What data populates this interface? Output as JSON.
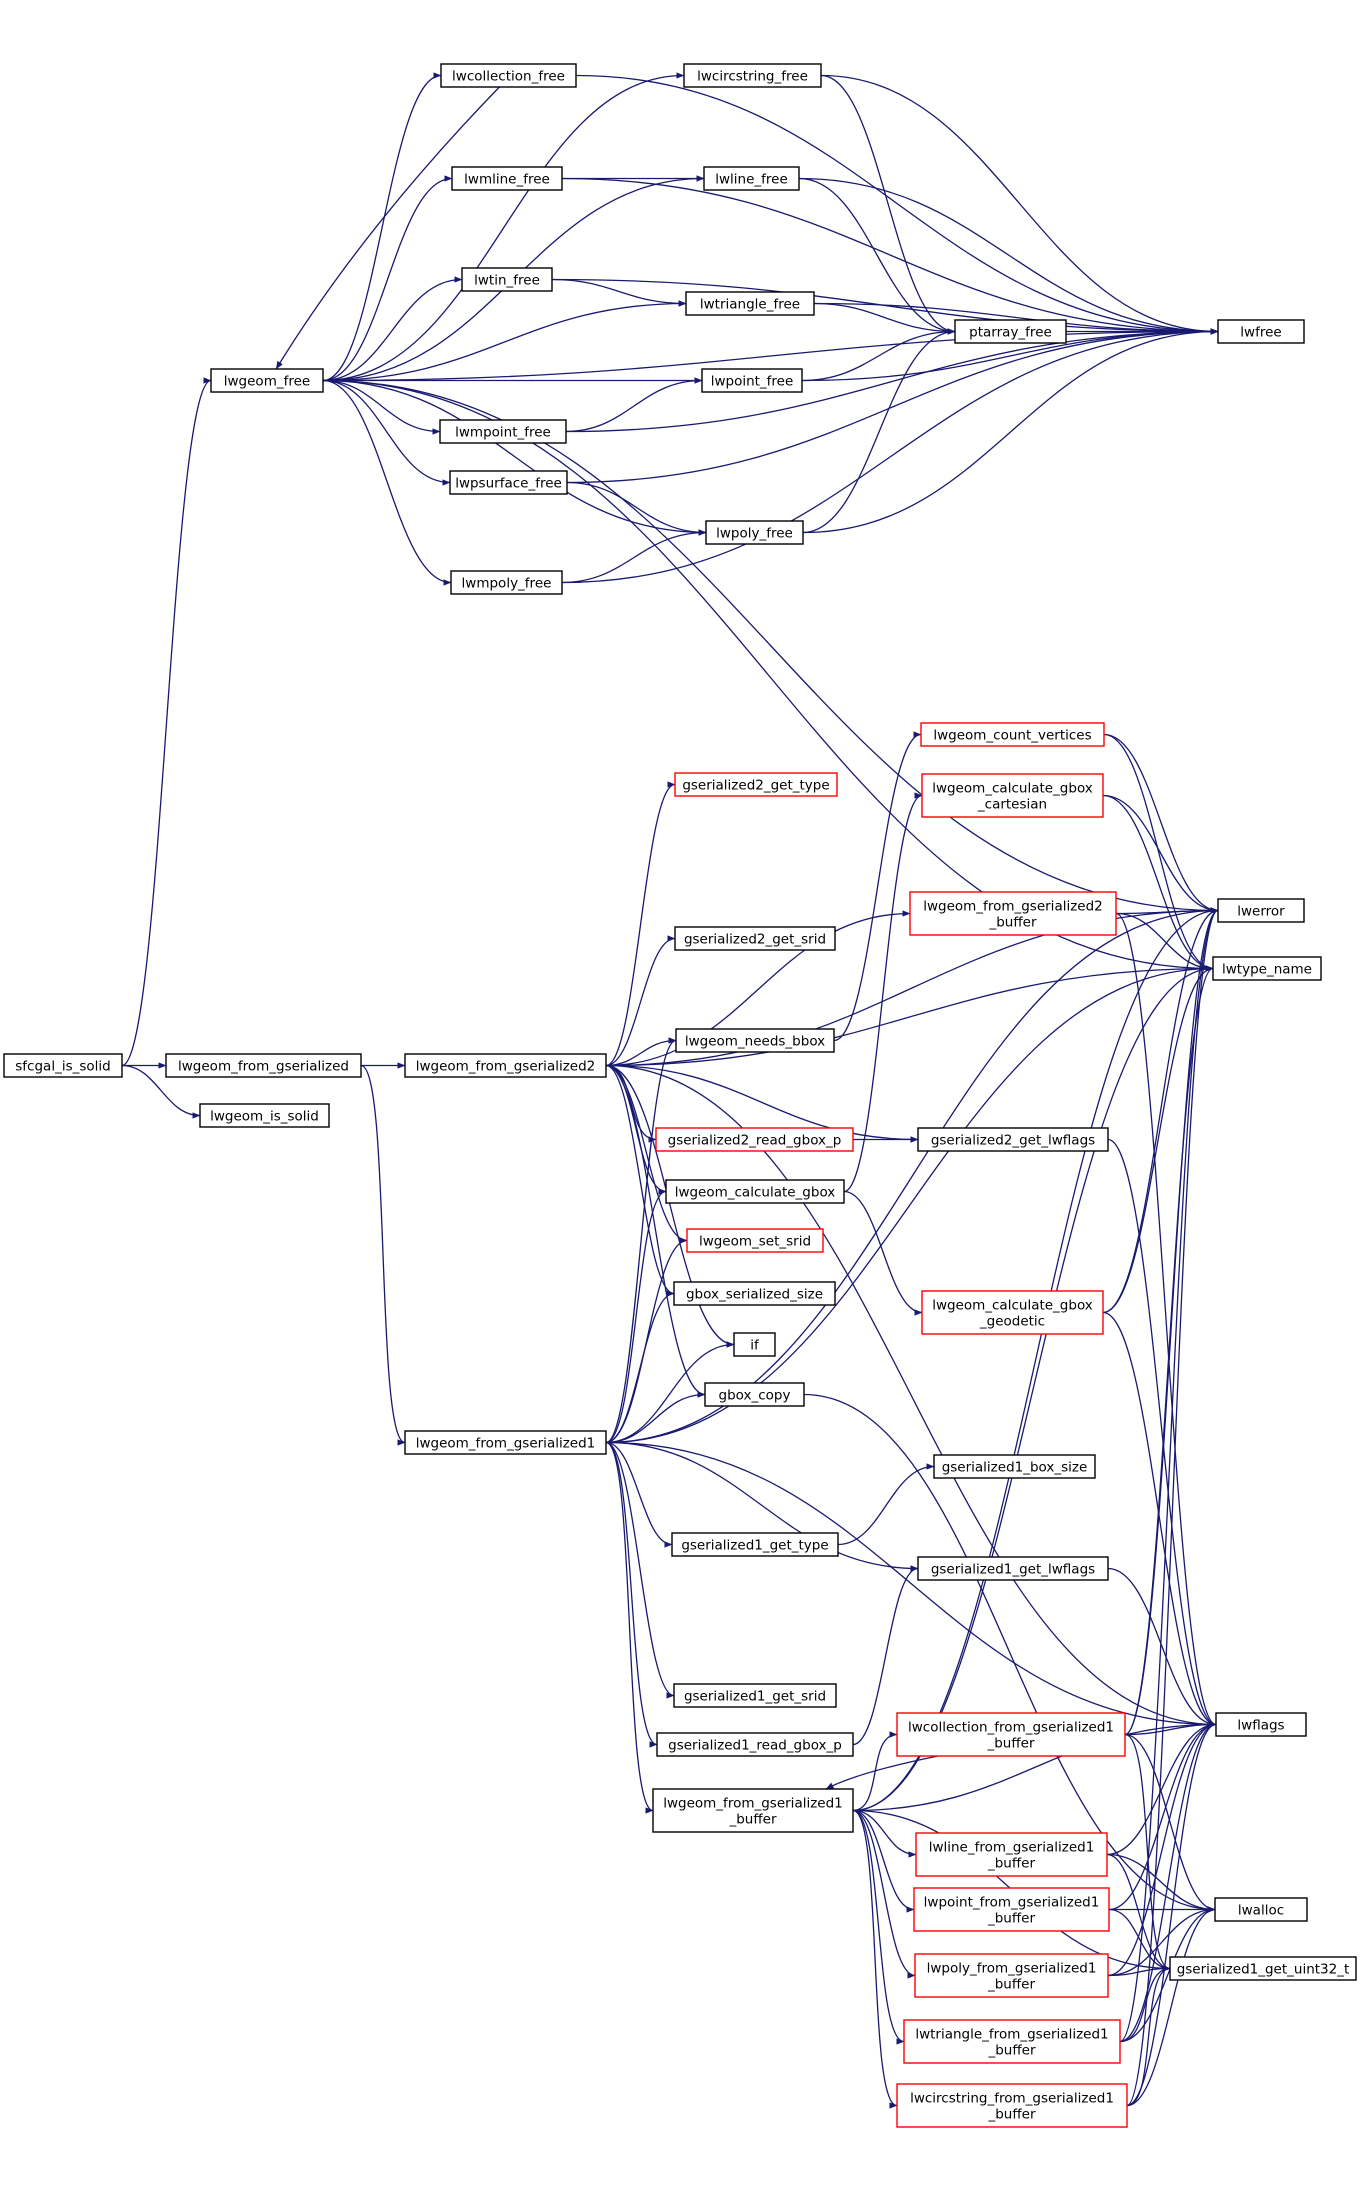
{
  "colors": {
    "edge": "#191970",
    "node_border": "#000000",
    "node_border_truncated": "#ff0000",
    "root_fill": "#bfbfbf",
    "text": "#000000"
  },
  "nodes": {
    "sfcgal_is_solid": {
      "lines": [
        "sfcgal_is_solid"
      ],
      "style": "root"
    },
    "lwgeom_from_gserialized": {
      "lines": [
        "lwgeom_from_gserialized"
      ],
      "style": "normal"
    },
    "lwgeom_is_solid": {
      "lines": [
        "lwgeom_is_solid"
      ],
      "style": "normal"
    },
    "lwgeom_free": {
      "lines": [
        "lwgeom_free"
      ],
      "style": "normal"
    },
    "lwcollection_free": {
      "lines": [
        "lwcollection_free"
      ],
      "style": "normal"
    },
    "lwcircstring_free": {
      "lines": [
        "lwcircstring_free"
      ],
      "style": "normal"
    },
    "lwmline_free": {
      "lines": [
        "lwmline_free"
      ],
      "style": "normal"
    },
    "lwline_free": {
      "lines": [
        "lwline_free"
      ],
      "style": "normal"
    },
    "lwtin_free": {
      "lines": [
        "lwtin_free"
      ],
      "style": "normal"
    },
    "lwtriangle_free": {
      "lines": [
        "lwtriangle_free"
      ],
      "style": "normal"
    },
    "ptarray_free": {
      "lines": [
        "ptarray_free"
      ],
      "style": "normal"
    },
    "lwfree": {
      "lines": [
        "lwfree"
      ],
      "style": "normal"
    },
    "lwpoint_free": {
      "lines": [
        "lwpoint_free"
      ],
      "style": "normal"
    },
    "lwmpoint_free": {
      "lines": [
        "lwmpoint_free"
      ],
      "style": "normal"
    },
    "lwpsurface_free": {
      "lines": [
        "lwpsurface_free"
      ],
      "style": "normal"
    },
    "lwpoly_free": {
      "lines": [
        "lwpoly_free"
      ],
      "style": "normal"
    },
    "lwmpoly_free": {
      "lines": [
        "lwmpoly_free"
      ],
      "style": "normal"
    },
    "lwgeom_count_vertices": {
      "lines": [
        "lwgeom_count_vertices"
      ],
      "style": "truncated"
    },
    "lwgeom_calculate_gbox_cartesian": {
      "lines": [
        "lwgeom_calculate_gbox",
        "_cartesian"
      ],
      "style": "truncated"
    },
    "gserialized2_get_type": {
      "lines": [
        "gserialized2_get_type"
      ],
      "style": "truncated"
    },
    "lwgeom_from_gserialized2_buffer": {
      "lines": [
        "lwgeom_from_gserialized2",
        "_buffer"
      ],
      "style": "truncated"
    },
    "lwerror": {
      "lines": [
        "lwerror"
      ],
      "style": "normal"
    },
    "lwtype_name": {
      "lines": [
        "lwtype_name"
      ],
      "style": "normal"
    },
    "gserialized2_get_srid": {
      "lines": [
        "gserialized2_get_srid"
      ],
      "style": "normal"
    },
    "lwgeom_needs_bbox": {
      "lines": [
        "lwgeom_needs_bbox"
      ],
      "style": "normal"
    },
    "lwgeom_from_gserialized2": {
      "lines": [
        "lwgeom_from_gserialized2"
      ],
      "style": "normal"
    },
    "gserialized2_read_gbox_p": {
      "lines": [
        "gserialized2_read_gbox_p"
      ],
      "style": "truncated"
    },
    "gserialized2_get_lwflags": {
      "lines": [
        "gserialized2_get_lwflags"
      ],
      "style": "normal"
    },
    "lwgeom_calculate_gbox": {
      "lines": [
        "lwgeom_calculate_gbox"
      ],
      "style": "normal"
    },
    "lwgeom_set_srid": {
      "lines": [
        "lwgeom_set_srid"
      ],
      "style": "truncated"
    },
    "gbox_serialized_size": {
      "lines": [
        "gbox_serialized_size"
      ],
      "style": "normal"
    },
    "lwgeom_calculate_gbox_geodetic": {
      "lines": [
        "lwgeom_calculate_gbox",
        "_geodetic"
      ],
      "style": "truncated"
    },
    "if": {
      "lines": [
        "if"
      ],
      "style": "normal"
    },
    "gbox_copy": {
      "lines": [
        "gbox_copy"
      ],
      "style": "normal"
    },
    "lwgeom_from_gserialized1": {
      "lines": [
        "lwgeom_from_gserialized1"
      ],
      "style": "normal"
    },
    "gserialized1_box_size": {
      "lines": [
        "gserialized1_box_size"
      ],
      "style": "normal"
    },
    "gserialized1_get_type": {
      "lines": [
        "gserialized1_get_type"
      ],
      "style": "normal"
    },
    "gserialized1_get_lwflags": {
      "lines": [
        "gserialized1_get_lwflags"
      ],
      "style": "normal"
    },
    "gserialized1_get_srid": {
      "lines": [
        "gserialized1_get_srid"
      ],
      "style": "normal"
    },
    "lwcollection_from_gserialized1_buffer": {
      "lines": [
        "lwcollection_from_gserialized1",
        "_buffer"
      ],
      "style": "truncated"
    },
    "lwflags": {
      "lines": [
        "lwflags"
      ],
      "style": "normal"
    },
    "gserialized1_read_gbox_p": {
      "lines": [
        "gserialized1_read_gbox_p"
      ],
      "style": "normal"
    },
    "lwgeom_from_gserialized1_buffer": {
      "lines": [
        "lwgeom_from_gserialized1",
        "_buffer"
      ],
      "style": "normal"
    },
    "lwline_from_gserialized1_buffer": {
      "lines": [
        "lwline_from_gserialized1",
        "_buffer"
      ],
      "style": "truncated"
    },
    "lwpoint_from_gserialized1_buffer": {
      "lines": [
        "lwpoint_from_gserialized1",
        "_buffer"
      ],
      "style": "truncated"
    },
    "lwalloc": {
      "lines": [
        "lwalloc"
      ],
      "style": "normal"
    },
    "lwpoly_from_gserialized1_buffer": {
      "lines": [
        "lwpoly_from_gserialized1",
        "_buffer"
      ],
      "style": "truncated"
    },
    "gserialized1_get_uint32_t": {
      "lines": [
        "gserialized1_get_uint32_t"
      ],
      "style": "normal"
    },
    "lwtriangle_from_gserialized1_buffer": {
      "lines": [
        "lwtriangle_from_gserialized1",
        "_buffer"
      ],
      "style": "truncated"
    },
    "lwcircstring_from_gserialized1_buffer": {
      "lines": [
        "lwcircstring_from_gserialized1",
        "_buffer"
      ],
      "style": "truncated"
    }
  },
  "edges": [
    [
      "sfcgal_is_solid",
      "lwgeom_from_gserialized"
    ],
    [
      "sfcgal_is_solid",
      "lwgeom_is_solid"
    ],
    [
      "sfcgal_is_solid",
      "lwgeom_free"
    ],
    [
      "lwgeom_from_gserialized",
      "lwgeom_from_gserialized2"
    ],
    [
      "lwgeom_from_gserialized",
      "lwgeom_from_gserialized1"
    ],
    [
      "lwgeom_free",
      "lwcollection_free"
    ],
    [
      "lwgeom_free",
      "lwcircstring_free"
    ],
    [
      "lwgeom_free",
      "lwmline_free"
    ],
    [
      "lwgeom_free",
      "lwline_free"
    ],
    [
      "lwgeom_free",
      "lwtin_free"
    ],
    [
      "lwgeom_free",
      "lwtriangle_free"
    ],
    [
      "lwgeom_free",
      "lwpoint_free"
    ],
    [
      "lwgeom_free",
      "lwmpoint_free"
    ],
    [
      "lwgeom_free",
      "lwpsurface_free"
    ],
    [
      "lwgeom_free",
      "lwpoly_free"
    ],
    [
      "lwgeom_free",
      "lwmpoly_free"
    ],
    [
      "lwgeom_free",
      "lwfree"
    ],
    [
      "lwgeom_free",
      "lwerror"
    ],
    [
      "lwgeom_free",
      "lwtype_name"
    ],
    [
      "lwcollection_free",
      "lwgeom_free"
    ],
    [
      "lwcollection_free",
      "lwfree"
    ],
    [
      "lwcircstring_free",
      "ptarray_free"
    ],
    [
      "lwcircstring_free",
      "lwfree"
    ],
    [
      "lwmline_free",
      "lwline_free"
    ],
    [
      "lwmline_free",
      "lwfree"
    ],
    [
      "lwline_free",
      "ptarray_free"
    ],
    [
      "lwline_free",
      "lwfree"
    ],
    [
      "lwtin_free",
      "lwtriangle_free"
    ],
    [
      "lwtin_free",
      "lwfree"
    ],
    [
      "lwtriangle_free",
      "ptarray_free"
    ],
    [
      "lwtriangle_free",
      "lwfree"
    ],
    [
      "ptarray_free",
      "lwfree"
    ],
    [
      "lwpoint_free",
      "ptarray_free"
    ],
    [
      "lwpoint_free",
      "lwfree"
    ],
    [
      "lwmpoint_free",
      "lwpoint_free"
    ],
    [
      "lwmpoint_free",
      "lwfree"
    ],
    [
      "lwpsurface_free",
      "lwpoly_free"
    ],
    [
      "lwpsurface_free",
      "lwfree"
    ],
    [
      "lwpoly_free",
      "ptarray_free"
    ],
    [
      "lwpoly_free",
      "lwfree"
    ],
    [
      "lwmpoly_free",
      "lwpoly_free"
    ],
    [
      "lwmpoly_free",
      "lwfree"
    ],
    [
      "lwgeom_from_gserialized2",
      "gserialized2_get_type"
    ],
    [
      "lwgeom_from_gserialized2",
      "lwgeom_from_gserialized2_buffer"
    ],
    [
      "lwgeom_from_gserialized2",
      "gserialized2_get_srid"
    ],
    [
      "lwgeom_from_gserialized2",
      "lwgeom_needs_bbox"
    ],
    [
      "lwgeom_from_gserialized2",
      "gserialized2_read_gbox_p"
    ],
    [
      "lwgeom_from_gserialized2",
      "gserialized2_get_lwflags"
    ],
    [
      "lwgeom_from_gserialized2",
      "lwgeom_calculate_gbox"
    ],
    [
      "lwgeom_from_gserialized2",
      "lwgeom_set_srid"
    ],
    [
      "lwgeom_from_gserialized2",
      "gbox_serialized_size"
    ],
    [
      "lwgeom_from_gserialized2",
      "if"
    ],
    [
      "lwgeom_from_gserialized2",
      "gbox_copy"
    ],
    [
      "lwgeom_from_gserialized2",
      "lwerror"
    ],
    [
      "lwgeom_from_gserialized2",
      "lwtype_name"
    ],
    [
      "lwgeom_from_gserialized2",
      "lwflags"
    ],
    [
      "lwgeom_needs_bbox",
      "lwgeom_count_vertices"
    ],
    [
      "lwgeom_count_vertices",
      "lwerror"
    ],
    [
      "lwgeom_count_vertices",
      "lwtype_name"
    ],
    [
      "lwgeom_calculate_gbox",
      "lwgeom_calculate_gbox_cartesian"
    ],
    [
      "lwgeom_calculate_gbox",
      "lwgeom_calculate_gbox_geodetic"
    ],
    [
      "lwgeom_calculate_gbox_cartesian",
      "lwerror"
    ],
    [
      "lwgeom_calculate_gbox_cartesian",
      "lwtype_name"
    ],
    [
      "lwgeom_calculate_gbox_geodetic",
      "lwerror"
    ],
    [
      "lwgeom_calculate_gbox_geodetic",
      "lwtype_name"
    ],
    [
      "lwgeom_calculate_gbox_geodetic",
      "lwflags"
    ],
    [
      "lwgeom_from_gserialized2_buffer",
      "lwerror"
    ],
    [
      "lwgeom_from_gserialized2_buffer",
      "lwtype_name"
    ],
    [
      "lwgeom_from_gserialized2_buffer",
      "lwflags"
    ],
    [
      "gserialized2_read_gbox_p",
      "gserialized2_get_lwflags"
    ],
    [
      "gserialized2_get_lwflags",
      "lwflags"
    ],
    [
      "gbox_copy",
      "lwalloc"
    ],
    [
      "lwgeom_from_gserialized1",
      "gserialized1_get_type"
    ],
    [
      "lwgeom_from_gserialized1",
      "gserialized1_get_lwflags"
    ],
    [
      "lwgeom_from_gserialized1",
      "gserialized1_get_srid"
    ],
    [
      "lwgeom_from_gserialized1",
      "gserialized1_read_gbox_p"
    ],
    [
      "lwgeom_from_gserialized1",
      "lwgeom_from_gserialized1_buffer"
    ],
    [
      "lwgeom_from_gserialized1",
      "lwgeom_needs_bbox"
    ],
    [
      "lwgeom_from_gserialized1",
      "lwgeom_calculate_gbox"
    ],
    [
      "lwgeom_from_gserialized1",
      "lwgeom_set_srid"
    ],
    [
      "lwgeom_from_gserialized1",
      "gbox_serialized_size"
    ],
    [
      "lwgeom_from_gserialized1",
      "if"
    ],
    [
      "lwgeom_from_gserialized1",
      "gbox_copy"
    ],
    [
      "lwgeom_from_gserialized1",
      "lwerror"
    ],
    [
      "lwgeom_from_gserialized1",
      "lwtype_name"
    ],
    [
      "lwgeom_from_gserialized1",
      "lwflags"
    ],
    [
      "gserialized1_get_type",
      "gserialized1_box_size"
    ],
    [
      "gserialized1_get_lwflags",
      "lwflags"
    ],
    [
      "gserialized1_read_gbox_p",
      "gserialized1_get_lwflags"
    ],
    [
      "lwgeom_from_gserialized1_buffer",
      "lwcollection_from_gserialized1_buffer"
    ],
    [
      "lwgeom_from_gserialized1_buffer",
      "lwline_from_gserialized1_buffer"
    ],
    [
      "lwgeom_from_gserialized1_buffer",
      "lwpoint_from_gserialized1_buffer"
    ],
    [
      "lwgeom_from_gserialized1_buffer",
      "lwpoly_from_gserialized1_buffer"
    ],
    [
      "lwgeom_from_gserialized1_buffer",
      "lwtriangle_from_gserialized1_buffer"
    ],
    [
      "lwgeom_from_gserialized1_buffer",
      "lwcircstring_from_gserialized1_buffer"
    ],
    [
      "lwgeom_from_gserialized1_buffer",
      "lwerror"
    ],
    [
      "lwgeom_from_gserialized1_buffer",
      "lwtype_name"
    ],
    [
      "lwgeom_from_gserialized1_buffer",
      "lwflags"
    ],
    [
      "lwgeom_from_gserialized1_buffer",
      "gserialized1_get_uint32_t"
    ],
    [
      "lwcollection_from_gserialized1_buffer",
      "lwgeom_from_gserialized1_buffer"
    ],
    [
      "lwcollection_from_gserialized1_buffer",
      "lwerror"
    ],
    [
      "lwcollection_from_gserialized1_buffer",
      "lwtype_name"
    ],
    [
      "lwcollection_from_gserialized1_buffer",
      "lwflags"
    ],
    [
      "lwcollection_from_gserialized1_buffer",
      "lwalloc"
    ],
    [
      "lwcollection_from_gserialized1_buffer",
      "gserialized1_get_uint32_t"
    ],
    [
      "lwline_from_gserialized1_buffer",
      "lwflags"
    ],
    [
      "lwline_from_gserialized1_buffer",
      "lwalloc"
    ],
    [
      "lwline_from_gserialized1_buffer",
      "gserialized1_get_uint32_t"
    ],
    [
      "lwpoint_from_gserialized1_buffer",
      "lwflags"
    ],
    [
      "lwpoint_from_gserialized1_buffer",
      "lwalloc"
    ],
    [
      "lwpoint_from_gserialized1_buffer",
      "gserialized1_get_uint32_t"
    ],
    [
      "lwpoly_from_gserialized1_buffer",
      "lwflags"
    ],
    [
      "lwpoly_from_gserialized1_buffer",
      "lwalloc"
    ],
    [
      "lwpoly_from_gserialized1_buffer",
      "gserialized1_get_uint32_t"
    ],
    [
      "lwtriangle_from_gserialized1_buffer",
      "lwerror"
    ],
    [
      "lwtriangle_from_gserialized1_buffer",
      "lwflags"
    ],
    [
      "lwtriangle_from_gserialized1_buffer",
      "lwalloc"
    ],
    [
      "lwtriangle_from_gserialized1_buffer",
      "gserialized1_get_uint32_t"
    ],
    [
      "lwcircstring_from_gserialized1_buffer",
      "lwerror"
    ],
    [
      "lwcircstring_from_gserialized1_buffer",
      "lwflags"
    ],
    [
      "lwcircstring_from_gserialized1_buffer",
      "lwalloc"
    ],
    [
      "lwcircstring_from_gserialized1_buffer",
      "gserialized1_get_uint32_t"
    ]
  ]
}
